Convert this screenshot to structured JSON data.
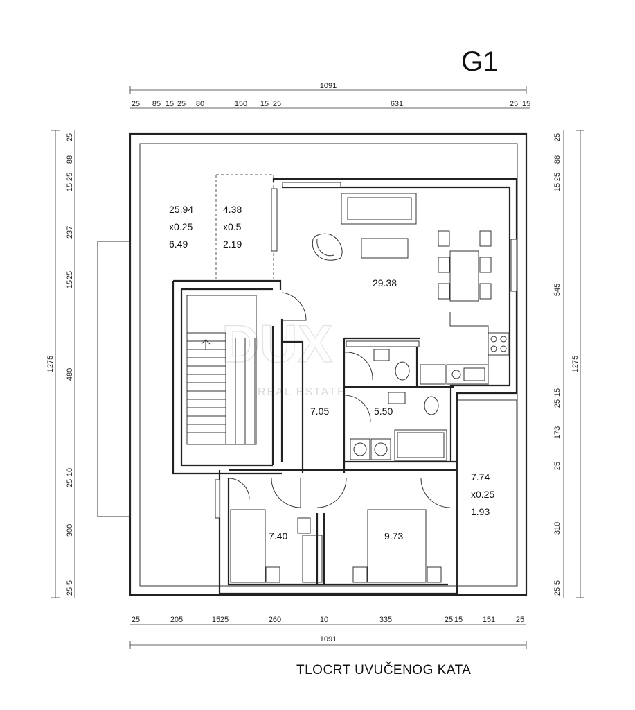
{
  "plan": {
    "label": "G1",
    "caption": "TLOCRT UVUČENOG KATA"
  },
  "dimensions": {
    "top_total": "1091",
    "top_segments": [
      "25",
      "85",
      "15",
      "25",
      "80",
      "150",
      "15",
      "25",
      "631",
      "25",
      "15"
    ],
    "bottom_total": "1091",
    "bottom_segments": [
      "25",
      "205",
      "15",
      "25",
      "260",
      "10",
      "335",
      "25",
      "15",
      "151",
      "25"
    ],
    "left_total": "1275",
    "left_segments": [
      "25",
      "88",
      "25",
      "15",
      "237",
      "25",
      "15",
      "480",
      "10",
      "25",
      "300",
      "5",
      "25"
    ],
    "right_total": "1275",
    "right_segments": [
      "25",
      "88",
      "25",
      "15",
      "545",
      "15",
      "25",
      "173",
      "25",
      "310",
      "5",
      "25"
    ]
  },
  "rooms": {
    "terrace_main": {
      "line1": "25.94",
      "line2": "x0.25",
      "line3": "6.49"
    },
    "terrace_small": {
      "line1": "4.38",
      "line2": "x0.5",
      "line3": "2.19"
    },
    "living": "29.38",
    "hall": "7.05",
    "bath": "5.50",
    "bedroom_small": "7.40",
    "bedroom_main": "9.73",
    "terrace_right": {
      "line1": "7.74",
      "line2": "x0.25",
      "line3": "1.93"
    }
  },
  "watermark": {
    "brand": "DUX",
    "sub": "REAL ESTATE"
  }
}
